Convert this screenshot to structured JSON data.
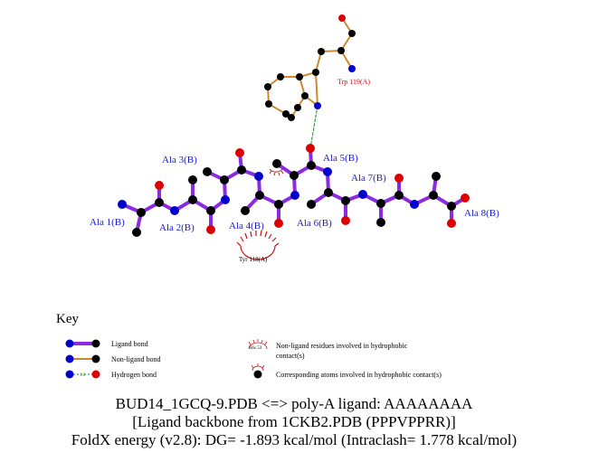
{
  "colors": {
    "ligand_bond": "#8a2be2",
    "nonligand_bond": "#cc8833",
    "hbond": "#1a8a1a",
    "carbon": "#000000",
    "nitrogen": "#0000cc",
    "oxygen": "#dd0000",
    "hydrophobic_arc": "#cc1111",
    "ligand_label": "#1a1acc",
    "residue_label": "#cc1a1a"
  },
  "residues": {
    "ala1": "Ala 1(B)",
    "ala2": "Ala 2(B)",
    "ala3": "Ala 3(B)",
    "ala4": "Ala 4(B)",
    "ala5": "Ala 5(B)",
    "ala6": "Ala 6(B)",
    "ala7": "Ala 7(B)",
    "ala8": "Ala 8(B)",
    "trp119": "Trp 119(A)",
    "tyr118": "Tyr 118(A)"
  },
  "key": {
    "title": "Key",
    "ligand_bond": "Ligand bond",
    "nonligand_bond": "Non-ligand bond",
    "hydrogen_bond": "Hydrogen bond",
    "hbond_distance": "3.0",
    "sample_residue": "His 53",
    "hydrophobic_line1": "Non-ligand residues involved in hydrophobic",
    "hydrophobic_line2": "contact(s)",
    "corresponding_atoms": "Corresponding atoms involved in hydrophobic contact(s)"
  },
  "caption": {
    "line1": "BUD14_1GCQ-9.PDB <=> poly-A ligand: AAAAAAAA",
    "line2": "[Ligand backbone from 1CKB2.PDB (PPPVPPRR)]",
    "line3": "FoldX energy (v2.8): DG= -1.893 kcal/mol (Intraclash= 1.778 kcal/mol)"
  }
}
